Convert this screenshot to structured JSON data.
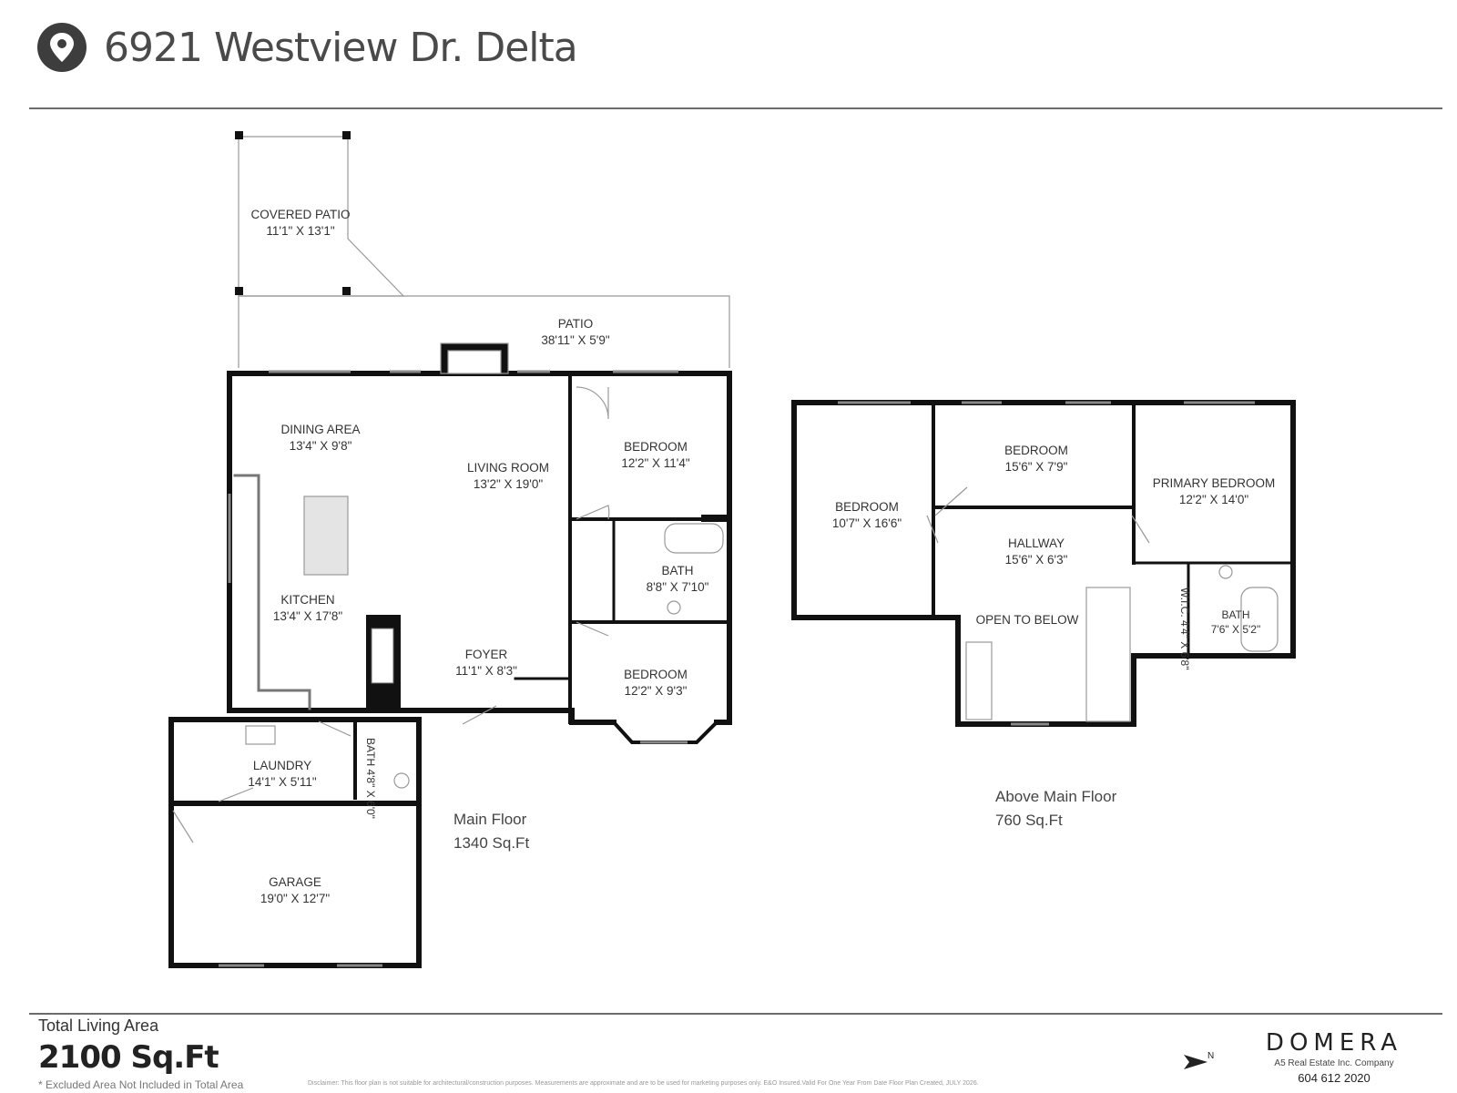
{
  "header": {
    "address": "6921 Westview Dr. Delta",
    "icon": "location-pin-icon"
  },
  "floors": {
    "main": {
      "name": "Main Floor",
      "area": "1340 Sq.Ft",
      "rooms": [
        {
          "name": "COVERED PATIO",
          "dim": "11'1\" X 13'1\""
        },
        {
          "name": "PATIO",
          "dim": "38'11\" X 5'9\""
        },
        {
          "name": "DINING AREA",
          "dim": "13'4\" X 9'8\""
        },
        {
          "name": "LIVING ROOM",
          "dim": "13'2\" X 19'0\""
        },
        {
          "name": "BEDROOM",
          "dim": "12'2\" X 11'4\""
        },
        {
          "name": "BATH",
          "dim": "8'8\" X 7'10\""
        },
        {
          "name": "KITCHEN",
          "dim": "13'4\" X 17'8\""
        },
        {
          "name": "FOYER",
          "dim": "11'1\" X 8'3\""
        },
        {
          "name": "BEDROOM",
          "dim": "12'2\" X 9'3\""
        },
        {
          "name": "LAUNDRY",
          "dim": "14'1\" X 5'11\""
        },
        {
          "name": "BATH",
          "dim": "4'8\" X 6'0\""
        },
        {
          "name": "GARAGE",
          "dim": "19'0\" X 12'7\""
        }
      ]
    },
    "above": {
      "name": "Above Main Floor",
      "area": "760 Sq.Ft",
      "rooms": [
        {
          "name": "BEDROOM",
          "dim": "10'7\" X 16'6\""
        },
        {
          "name": "BEDROOM",
          "dim": "15'6\" X 7'9\""
        },
        {
          "name": "PRIMARY BEDROOM",
          "dim": "12'2\" X 14'0\""
        },
        {
          "name": "HALLWAY",
          "dim": "15'6\" X 6'3\""
        },
        {
          "name": "OPEN TO BELOW",
          "dim": ""
        },
        {
          "name": "W.I.C.",
          "dim": "4'4\" X 6'8\""
        },
        {
          "name": "BATH",
          "dim": "7'6\" X 5'2\""
        }
      ]
    }
  },
  "footer": {
    "total_title": "Total Living Area",
    "total_value": "2100 Sq.Ft",
    "excluded_note": "* Excluded Area Not Included in Total Area",
    "disclaimer": "Disclaimer: This floor plan is not suitable for architectural/construction purposes. Measurements are approximate and are to be used for marketing purposes only. E&O Insured.Valid For One Year From Date Floor Plan Created, JULY 2026.",
    "brand": "DOMERA",
    "brand_sub": "A5 Real Estate Inc. Company",
    "phone": "604 612 2020",
    "north_icon": "north-arrow-icon",
    "north_letter": "N"
  }
}
